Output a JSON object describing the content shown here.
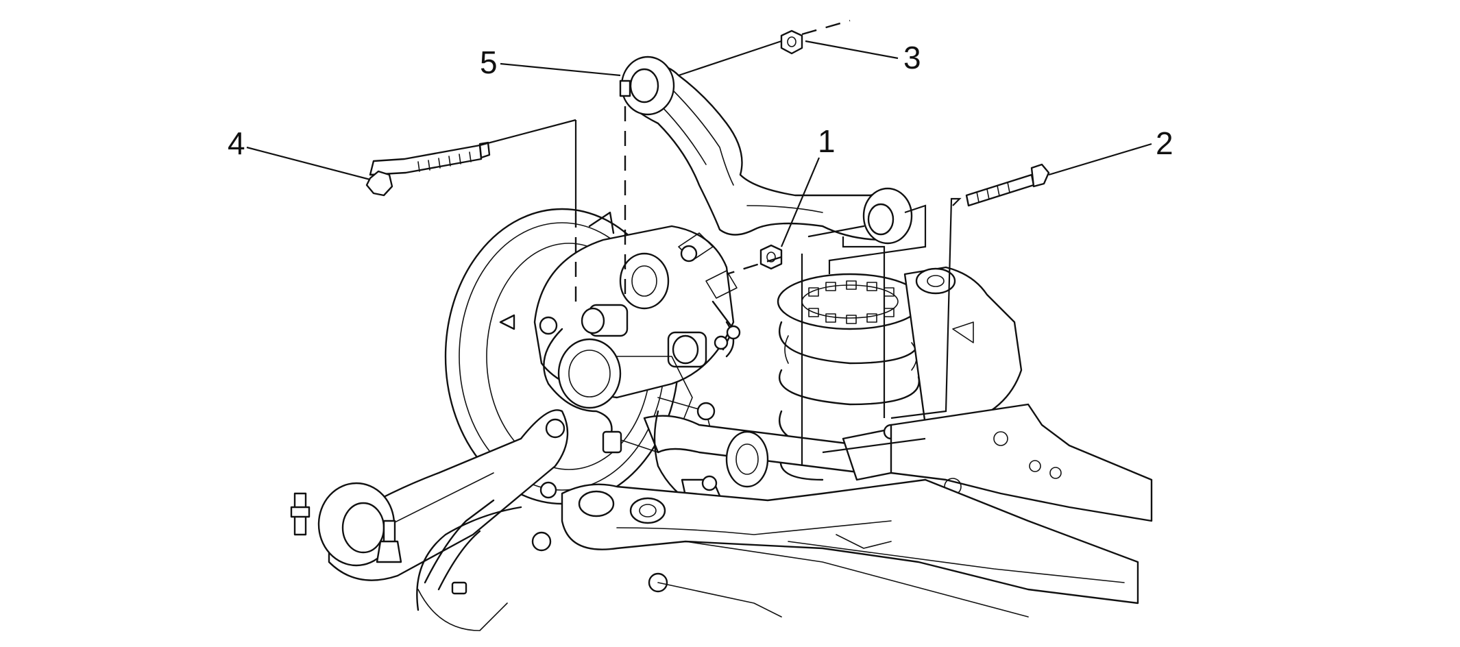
{
  "diagram": {
    "callouts": [
      {
        "id": "1",
        "label": "1"
      },
      {
        "id": "2",
        "label": "2"
      },
      {
        "id": "3",
        "label": "3"
      },
      {
        "id": "4",
        "label": "4"
      },
      {
        "id": "5",
        "label": "5"
      }
    ],
    "line_color": "#111111",
    "background": "#ffffff"
  }
}
